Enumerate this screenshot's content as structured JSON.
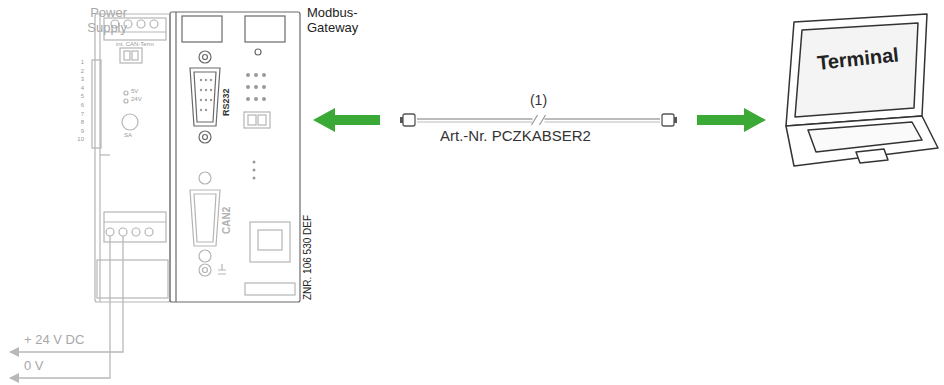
{
  "diagram": {
    "nodes": [
      {
        "text": [
          "Power Supply"
        ]
      },
      {
        "text": [
          "Modbus-Gateway"
        ]
      },
      {
        "text": [
          "Terminal"
        ]
      }
    ],
    "edges": [
      {
        "from": 1,
        "to": 2,
        "arrow": "both",
        "label": "(1)"
      }
    ],
    "labels": [
      "Art.-Nr. PCZKABSER2",
      "+ 24 V DC",
      "0 V",
      "RS232",
      "CAN2",
      "ZNR. 106 530 DEF",
      "int. CAN-Term",
      "5V",
      "24V",
      "SA",
      "1",
      "2",
      "3",
      "4",
      "5",
      "6",
      "7",
      "8",
      "9",
      "10"
    ]
  }
}
